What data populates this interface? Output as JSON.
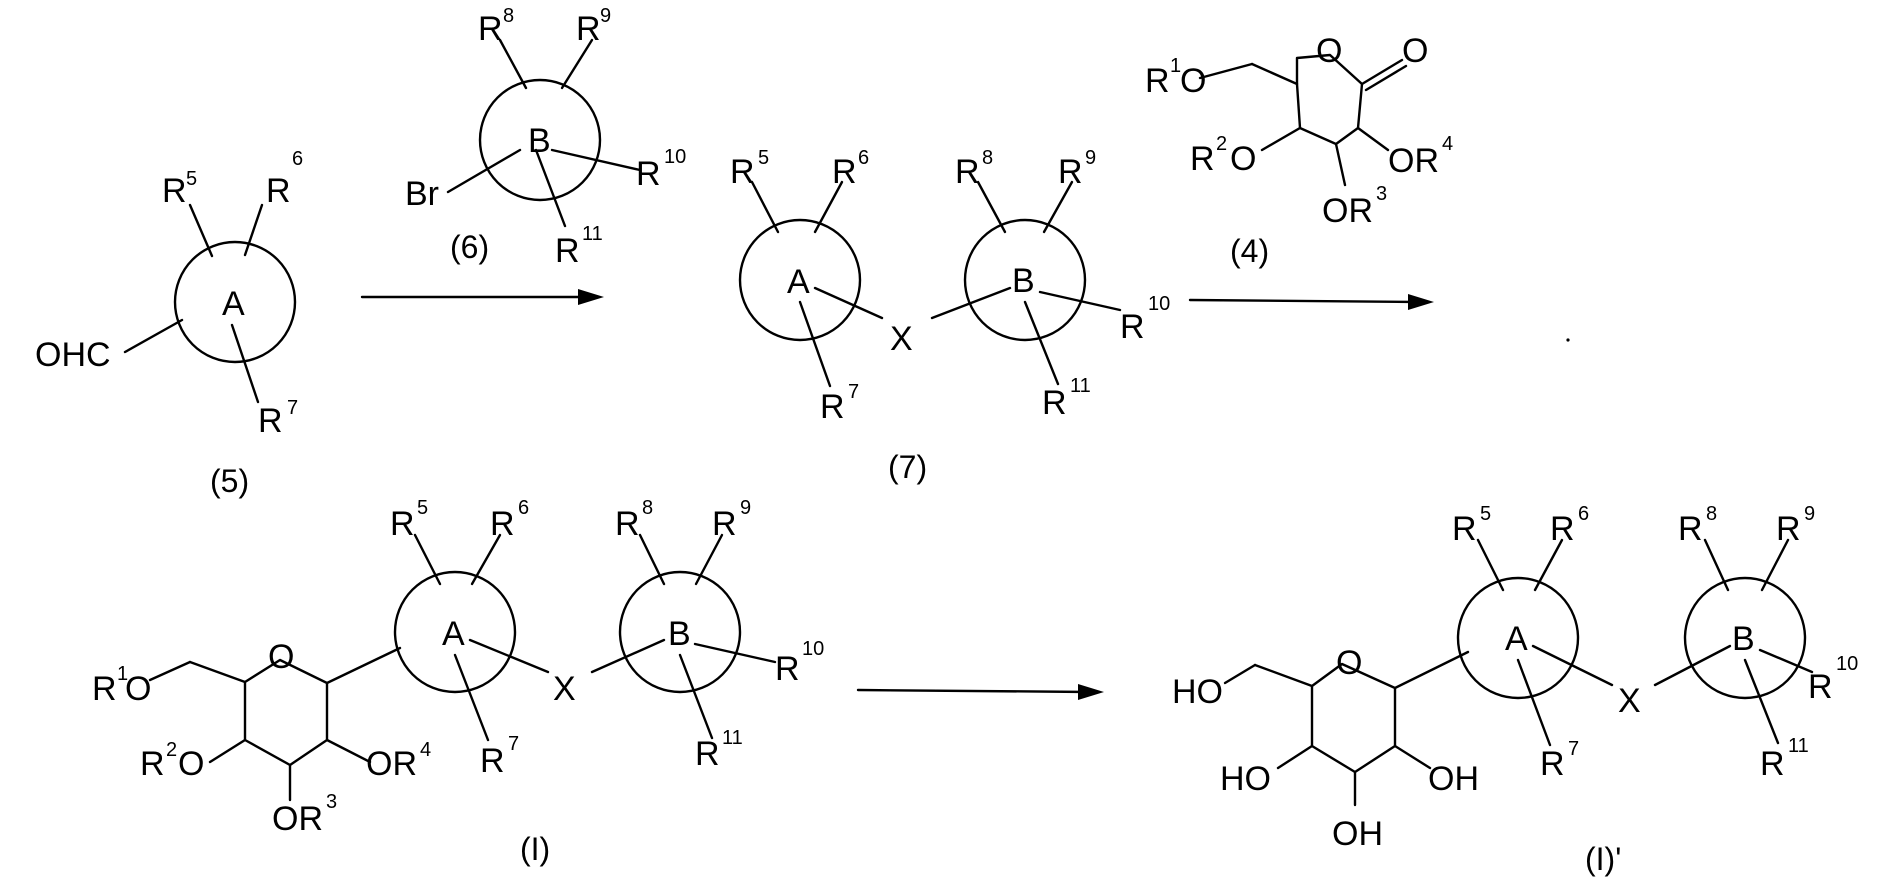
{
  "labels": {
    "c5": "(5)",
    "c6": "(6)",
    "c7": "(7)",
    "c4": "(4)",
    "cI": "(I)",
    "cIp": "(I)'"
  },
  "atoms": {
    "A": "A",
    "B": "B",
    "X": "X",
    "O": "O",
    "R": "R",
    "OHC": "OHC",
    "Br": "Br",
    "HO": "HO",
    "OH": "OH",
    "R1O": "R",
    "R2O": "R",
    "OR3": "OR",
    "OR4": "OR",
    "ring_O": "O",
    "carbonyl_O": "O"
  },
  "superscripts": {
    "r1": "1",
    "r2": "2",
    "r3": "3",
    "r4": "4",
    "r5": "5",
    "r6": "6",
    "r7": "7",
    "r8": "8",
    "r9": "9",
    "r10": "10",
    "r11": "11"
  }
}
